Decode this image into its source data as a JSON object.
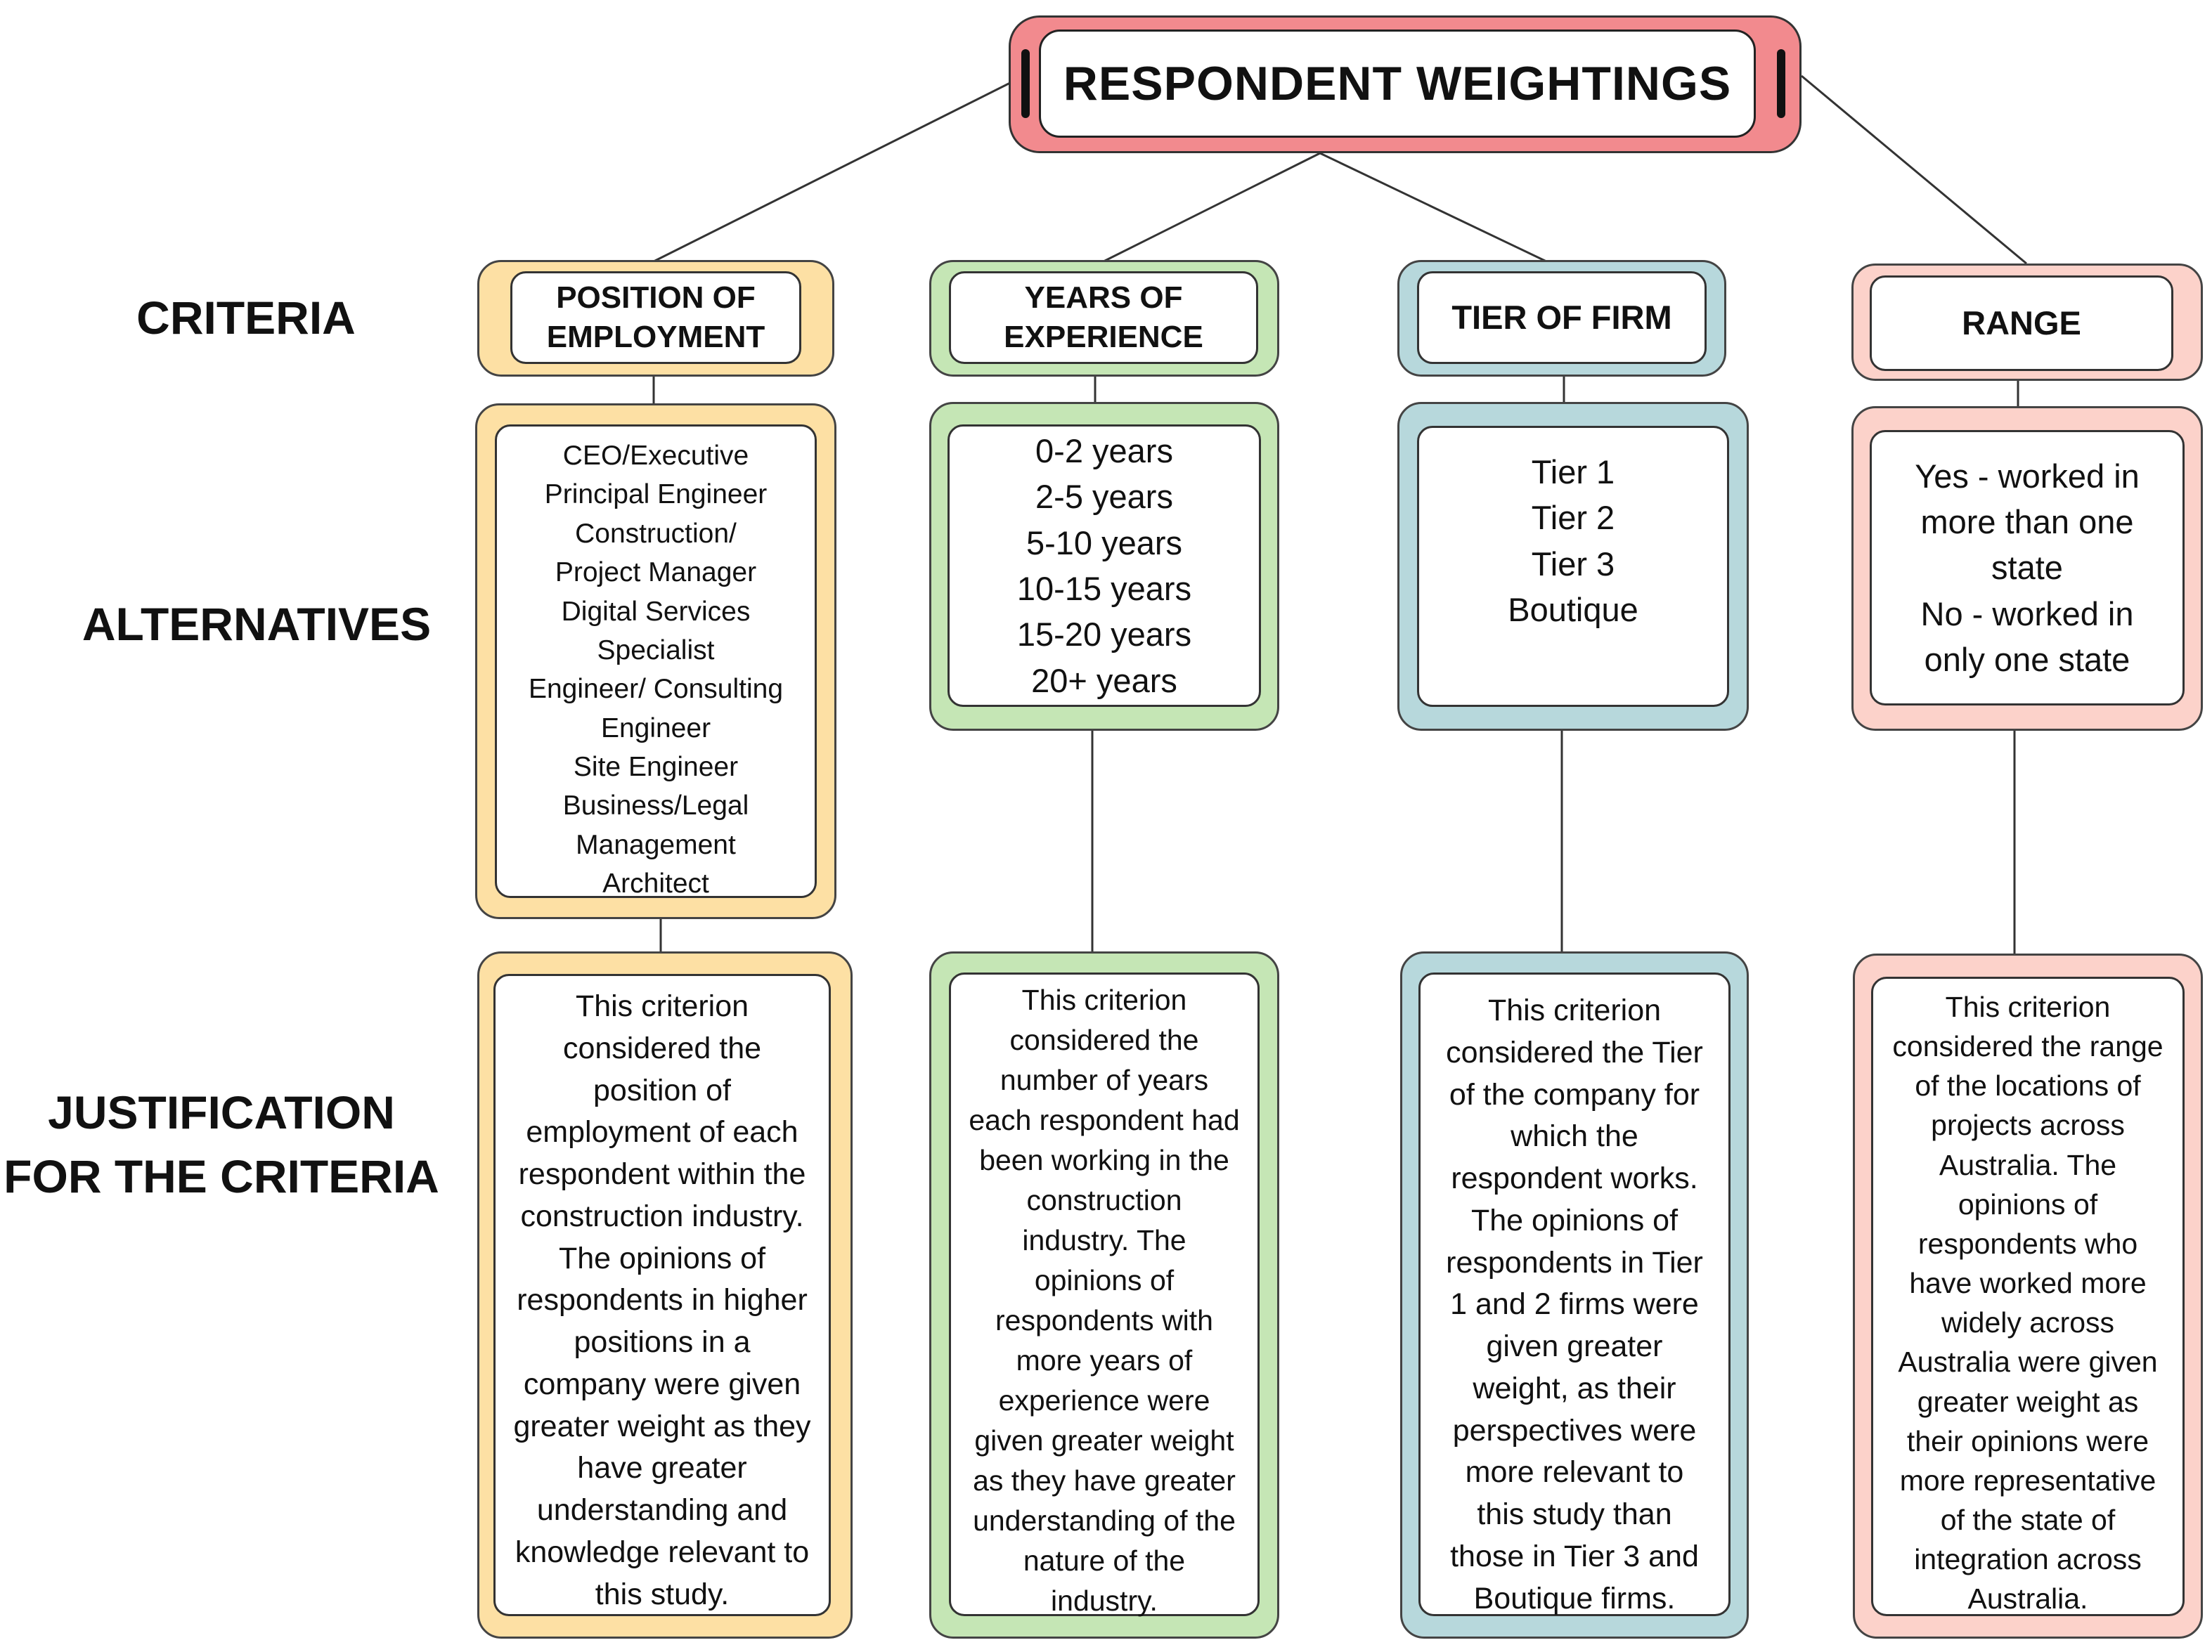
{
  "title": "RESPONDENT WEIGHTINGS",
  "row_labels": {
    "criteria": "CRITERIA",
    "alternatives": "ALTERNATIVES",
    "justification": [
      "JUSTIFICATION",
      "FOR THE CRITERIA"
    ]
  },
  "colors": {
    "title_fill": "#f28a8e",
    "position": "#fde0a4",
    "experience": "#c5e6b5",
    "tier": "#b7d8dc",
    "range": "#fcd2ca"
  },
  "columns": [
    {
      "criterion": [
        "POSITION OF",
        "EMPLOYMENT"
      ],
      "alternatives": [
        "CEO/Executive",
        "Principal Engineer",
        "Construction/",
        "Project Manager",
        "Digital Services",
        "Specialist",
        "Engineer/ Consulting",
        "Engineer",
        "Site Engineer",
        "Business/Legal",
        "Management",
        "Architect"
      ],
      "justification": [
        "This criterion",
        "considered the",
        "position of",
        "employment of each",
        "respondent within the",
        "construction industry.",
        "The opinions of",
        "respondents in higher",
        "positions in a",
        "company were given",
        "greater weight as they",
        "have greater",
        "understanding and",
        "knowledge relevant to",
        "this study."
      ]
    },
    {
      "criterion": [
        "YEARS OF",
        "EXPERIENCE"
      ],
      "alternatives": [
        "0-2 years",
        "2-5 years",
        "5-10 years",
        "10-15 years",
        "15-20 years",
        "20+ years"
      ],
      "justification": [
        "This criterion",
        "considered the",
        "number of years",
        "each respondent had",
        "been working in the",
        "construction",
        "industry. The",
        "opinions of",
        "respondents with",
        "more years of",
        "experience were",
        "given greater weight",
        "as they have greater",
        "understanding of the",
        "nature of the",
        "industry."
      ]
    },
    {
      "criterion": [
        "TIER OF FIRM"
      ],
      "alternatives": [
        "Tier 1",
        "Tier 2",
        "Tier 3",
        "Boutique"
      ],
      "justification": [
        "This criterion",
        "considered the Tier",
        "of the company for",
        "which the",
        "respondent works.",
        "The opinions of",
        "respondents in Tier",
        "1 and 2 firms were",
        "given greater",
        "weight, as their",
        "perspectives were",
        "more relevant to",
        "this study than",
        "those in Tier 3 and",
        "Boutique firms."
      ]
    },
    {
      "criterion": [
        "RANGE"
      ],
      "alternatives": [
        "Yes - worked in",
        "more than one",
        "state",
        "No - worked in",
        "only one state"
      ],
      "justification": [
        "This criterion",
        "considered the range",
        "of the locations of",
        "projects across",
        "Australia. The",
        "opinions of",
        "respondents who",
        "have worked more",
        "widely across",
        "Australia were given",
        "greater weight as",
        "their opinions were",
        "more representative",
        "of the state of",
        "integration across",
        "Australia."
      ]
    }
  ]
}
